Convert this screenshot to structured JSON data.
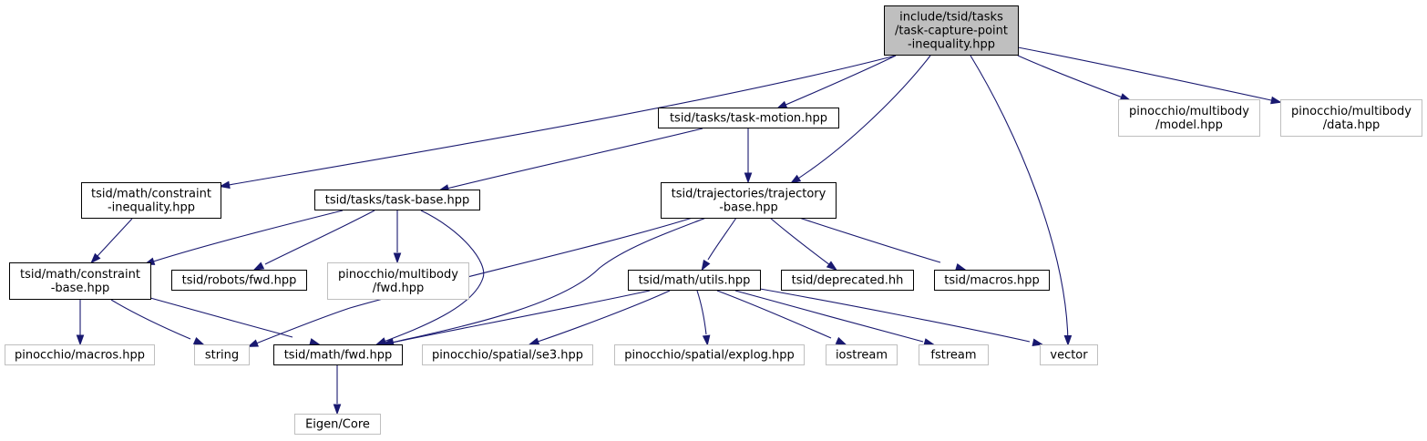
{
  "colors": {
    "edge": "#191970",
    "root_fill": "#bfbfbf",
    "local_border": "#000000",
    "external_border": "#bfbfbf",
    "text": "#000000"
  },
  "nodes": [
    {
      "id": "root",
      "kind": "root",
      "lines": [
        "include/tsid/tasks",
        "/task-capture-point",
        "-inequality.hpp"
      ]
    },
    {
      "id": "task_motion",
      "kind": "local",
      "lines": [
        "tsid/tasks/task-motion.hpp"
      ]
    },
    {
      "id": "pin_model",
      "kind": "external",
      "lines": [
        "pinocchio/multibody",
        "/model.hpp"
      ]
    },
    {
      "id": "pin_data",
      "kind": "external",
      "lines": [
        "pinocchio/multibody",
        "/data.hpp"
      ]
    },
    {
      "id": "constraint_ineq",
      "kind": "local",
      "lines": [
        "tsid/math/constraint",
        "-inequality.hpp"
      ]
    },
    {
      "id": "task_base",
      "kind": "local",
      "lines": [
        "tsid/tasks/task-base.hpp"
      ]
    },
    {
      "id": "traj_base",
      "kind": "local",
      "lines": [
        "tsid/trajectories/trajectory",
        "-base.hpp"
      ]
    },
    {
      "id": "constraint_base",
      "kind": "local",
      "lines": [
        "tsid/math/constraint",
        "-base.hpp"
      ]
    },
    {
      "id": "robots_fwd",
      "kind": "local",
      "lines": [
        "tsid/robots/fwd.hpp"
      ]
    },
    {
      "id": "pin_fwd",
      "kind": "external",
      "lines": [
        "pinocchio/multibody",
        "/fwd.hpp"
      ]
    },
    {
      "id": "math_utils",
      "kind": "local",
      "lines": [
        "tsid/math/utils.hpp"
      ]
    },
    {
      "id": "deprecated",
      "kind": "local",
      "lines": [
        "tsid/deprecated.hh"
      ]
    },
    {
      "id": "macros",
      "kind": "local",
      "lines": [
        "tsid/macros.hpp"
      ]
    },
    {
      "id": "pin_macros",
      "kind": "external",
      "lines": [
        "pinocchio/macros.hpp"
      ]
    },
    {
      "id": "string",
      "kind": "external",
      "lines": [
        "string"
      ]
    },
    {
      "id": "math_fwd",
      "kind": "local",
      "lines": [
        "tsid/math/fwd.hpp"
      ]
    },
    {
      "id": "se3",
      "kind": "external",
      "lines": [
        "pinocchio/spatial/se3.hpp"
      ]
    },
    {
      "id": "explog",
      "kind": "external",
      "lines": [
        "pinocchio/spatial/explog.hpp"
      ]
    },
    {
      "id": "iostream",
      "kind": "external",
      "lines": [
        "iostream"
      ]
    },
    {
      "id": "fstream",
      "kind": "external",
      "lines": [
        "fstream"
      ]
    },
    {
      "id": "vector",
      "kind": "external",
      "lines": [
        "vector"
      ]
    },
    {
      "id": "eigen_core",
      "kind": "external",
      "lines": [
        "Eigen/Core"
      ]
    }
  ],
  "edges": [
    {
      "from": "root",
      "to": "constraint_ineq"
    },
    {
      "from": "root",
      "to": "task_motion"
    },
    {
      "from": "root",
      "to": "traj_base"
    },
    {
      "from": "root",
      "to": "vector"
    },
    {
      "from": "root",
      "to": "pin_model"
    },
    {
      "from": "root",
      "to": "pin_data"
    },
    {
      "from": "task_motion",
      "to": "task_base"
    },
    {
      "from": "task_motion",
      "to": "traj_base"
    },
    {
      "from": "constraint_ineq",
      "to": "constraint_base"
    },
    {
      "from": "task_base",
      "to": "constraint_base"
    },
    {
      "from": "task_base",
      "to": "robots_fwd"
    },
    {
      "from": "task_base",
      "to": "pin_fwd"
    },
    {
      "from": "task_base",
      "to": "math_fwd"
    },
    {
      "from": "traj_base",
      "to": "string"
    },
    {
      "from": "traj_base",
      "to": "math_fwd"
    },
    {
      "from": "traj_base",
      "to": "math_utils"
    },
    {
      "from": "traj_base",
      "to": "deprecated"
    },
    {
      "from": "traj_base",
      "to": "macros"
    },
    {
      "from": "constraint_base",
      "to": "pin_macros"
    },
    {
      "from": "constraint_base",
      "to": "string"
    },
    {
      "from": "constraint_base",
      "to": "math_fwd"
    },
    {
      "from": "math_utils",
      "to": "math_fwd"
    },
    {
      "from": "math_utils",
      "to": "se3"
    },
    {
      "from": "math_utils",
      "to": "explog"
    },
    {
      "from": "math_utils",
      "to": "iostream"
    },
    {
      "from": "math_utils",
      "to": "fstream"
    },
    {
      "from": "math_utils",
      "to": "vector"
    },
    {
      "from": "math_fwd",
      "to": "eigen_core"
    }
  ]
}
